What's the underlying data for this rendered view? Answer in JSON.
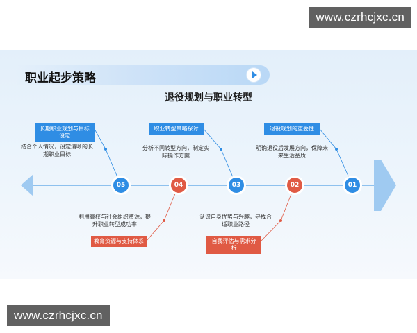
{
  "watermark": {
    "text": "www.czrhcjxc.cn"
  },
  "header": {
    "section_title": "职业起步策略"
  },
  "diagram": {
    "title": "退役规划与职业转型",
    "colors": {
      "blue": "#2f8de4",
      "red": "#e05a44",
      "axis": "#6fb0ea",
      "arrow": "#9fcaf1"
    },
    "nodes": [
      {
        "number": "05",
        "label": "长期职业规划与目标设定",
        "description": "结合个人情况，设定清晰的长期职业目标",
        "color": "blue"
      },
      {
        "number": "04",
        "label": "教育资源与支持体系",
        "description": "利用高校与社会组织资源，提升职业转型成功率",
        "color": "red"
      },
      {
        "number": "03",
        "label": "职业转型策略探讨",
        "description": "分析不同转型方向，制定实际操作方案",
        "color": "blue"
      },
      {
        "number": "02",
        "label": "自我评估与需求分析",
        "description": "认识自身优势与兴趣，寻找合适职业路径",
        "color": "red"
      },
      {
        "number": "01",
        "label": "退役规划的重要性",
        "description": "明确退役后发展方向，保障未来生活品质",
        "color": "blue"
      }
    ]
  }
}
